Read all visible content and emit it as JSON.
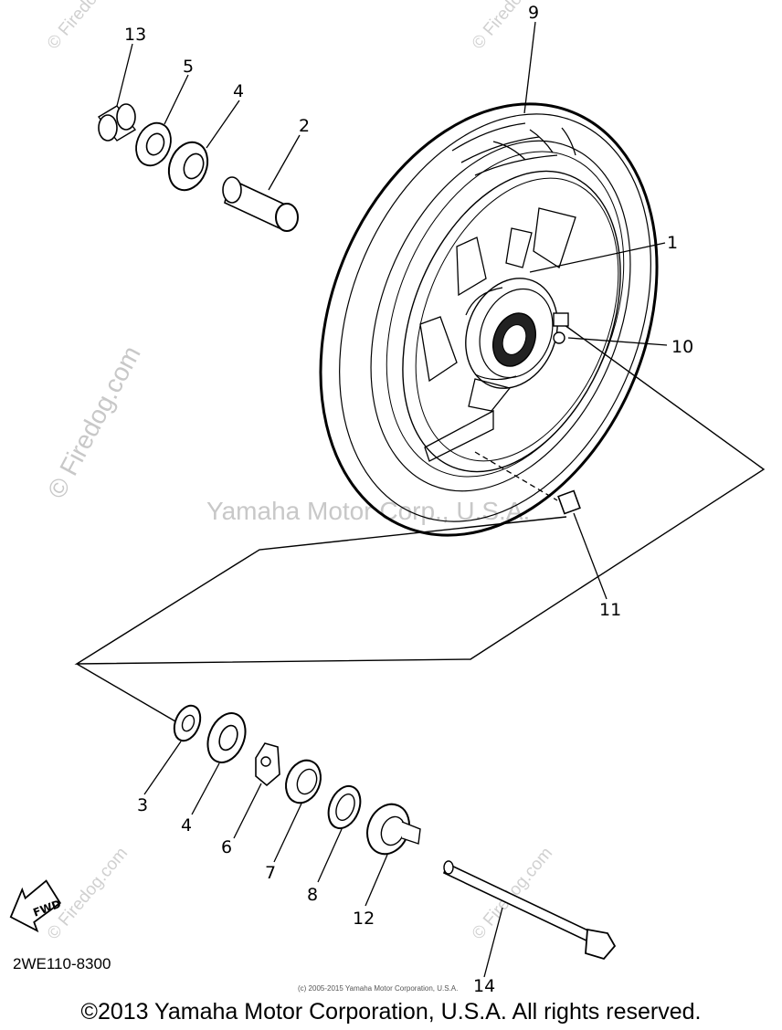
{
  "watermarks": {
    "firedog": "© Firedog.com",
    "yamaha": "Yamaha Motor Corp., U.S.A."
  },
  "callouts": {
    "c1": "1",
    "c2": "2",
    "c3": "3",
    "c4a": "4",
    "c4b": "4",
    "c5": "5",
    "c6": "6",
    "c7": "7",
    "c8": "8",
    "c9": "9",
    "c10": "10",
    "c11": "11",
    "c12": "12",
    "c13": "13",
    "c14": "14"
  },
  "fwd_label": "FWD",
  "diagram_code": "2WE110-8300",
  "small_copyright": "(c) 2005-2015 Yamaha Motor Corporation, U.S.A.",
  "copyright": "©2013 Yamaha Motor Corporation, U.S.A. All rights reserved."
}
